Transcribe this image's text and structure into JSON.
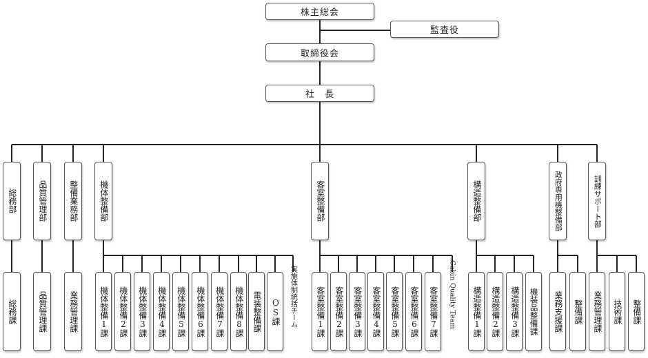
{
  "top": {
    "shareholders": "株主総会",
    "auditor": "監査役",
    "board": "取締役会",
    "president": "社　長"
  },
  "departments": {
    "general_affairs": "総務部",
    "quality_management": "品質管理部",
    "maintenance_operations": "整備業務部",
    "airframe": "機体整備部",
    "cabin": "客室整備部",
    "structure": "構造整備部",
    "government": "政府専用機整備部",
    "training": "訓練サポート部"
  },
  "sections": {
    "general_affairs": [
      "総務課"
    ],
    "quality_management": [
      "品質管理課"
    ],
    "maintenance_operations": [
      "業務管理課"
    ],
    "airframe": [
      "機体整備1課",
      "機体整備2課",
      "機体整備3課",
      "機体整備4課",
      "機体整備5課",
      "機体整備6課",
      "機体整備7課",
      "機体整備8課",
      "電装整備課",
      "OS課"
    ],
    "airframe_team": "実施体制統括チーム",
    "cabin": [
      "客室整備1課",
      "客室整備2課",
      "客室整備3課",
      "客室整備4課",
      "客室整備5課",
      "客室整備6課",
      "客室整備7課"
    ],
    "cabin_team": "Cabin Quality Team",
    "structure": [
      "構造整備1課",
      "構造整備2課",
      "構造整備3課",
      "機装品整備課"
    ],
    "government": [
      "業務支援課",
      "整備課"
    ],
    "training": [
      "業務管理課",
      "技術課",
      "整備課"
    ]
  }
}
